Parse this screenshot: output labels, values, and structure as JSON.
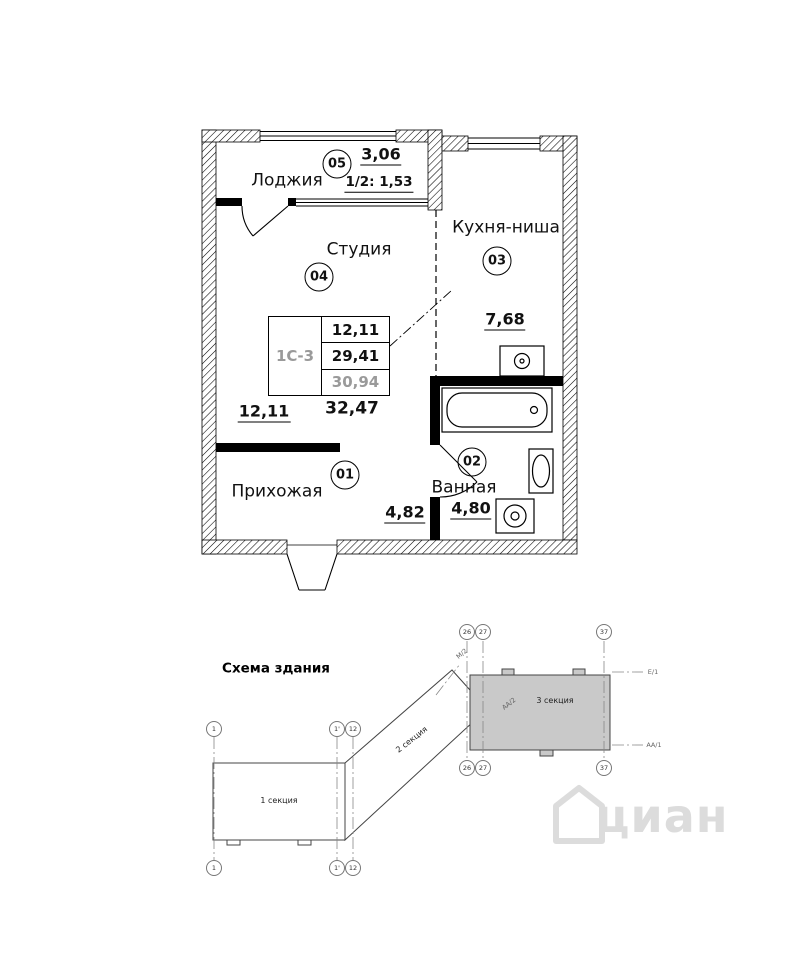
{
  "plan": {
    "rooms": {
      "loggia": {
        "number": "05",
        "name": "Лоджия",
        "area": "3,06",
        "half": "1/2: 1,53"
      },
      "studio": {
        "number": "04",
        "name": "Студия",
        "area": "12,11"
      },
      "kitchen": {
        "number": "03",
        "name": "Кухня-ниша",
        "area": "7,68"
      },
      "bath": {
        "number": "02",
        "name": "Ванная",
        "area": "4,80"
      },
      "hall": {
        "number": "01",
        "name": "Прихожая",
        "area": "4,82"
      }
    },
    "spec": {
      "type": "1С-3",
      "row1": "12,11",
      "row2": "29,41",
      "row3": "30,94",
      "total": "32,47"
    }
  },
  "scheme": {
    "title": "Схема здания",
    "sections": {
      "s1": "1 секция",
      "s2": "2 секция",
      "s3": "3 секция"
    },
    "axes": {
      "a1": "1",
      "a1p": "1'",
      "a12": "12",
      "a26": "26",
      "a27": "27",
      "a37": "37",
      "m2": "М/2",
      "e1": "Е/1",
      "aa2": "АА/2",
      "aa1": "АА/1"
    }
  },
  "watermark": {
    "text": "циан"
  }
}
